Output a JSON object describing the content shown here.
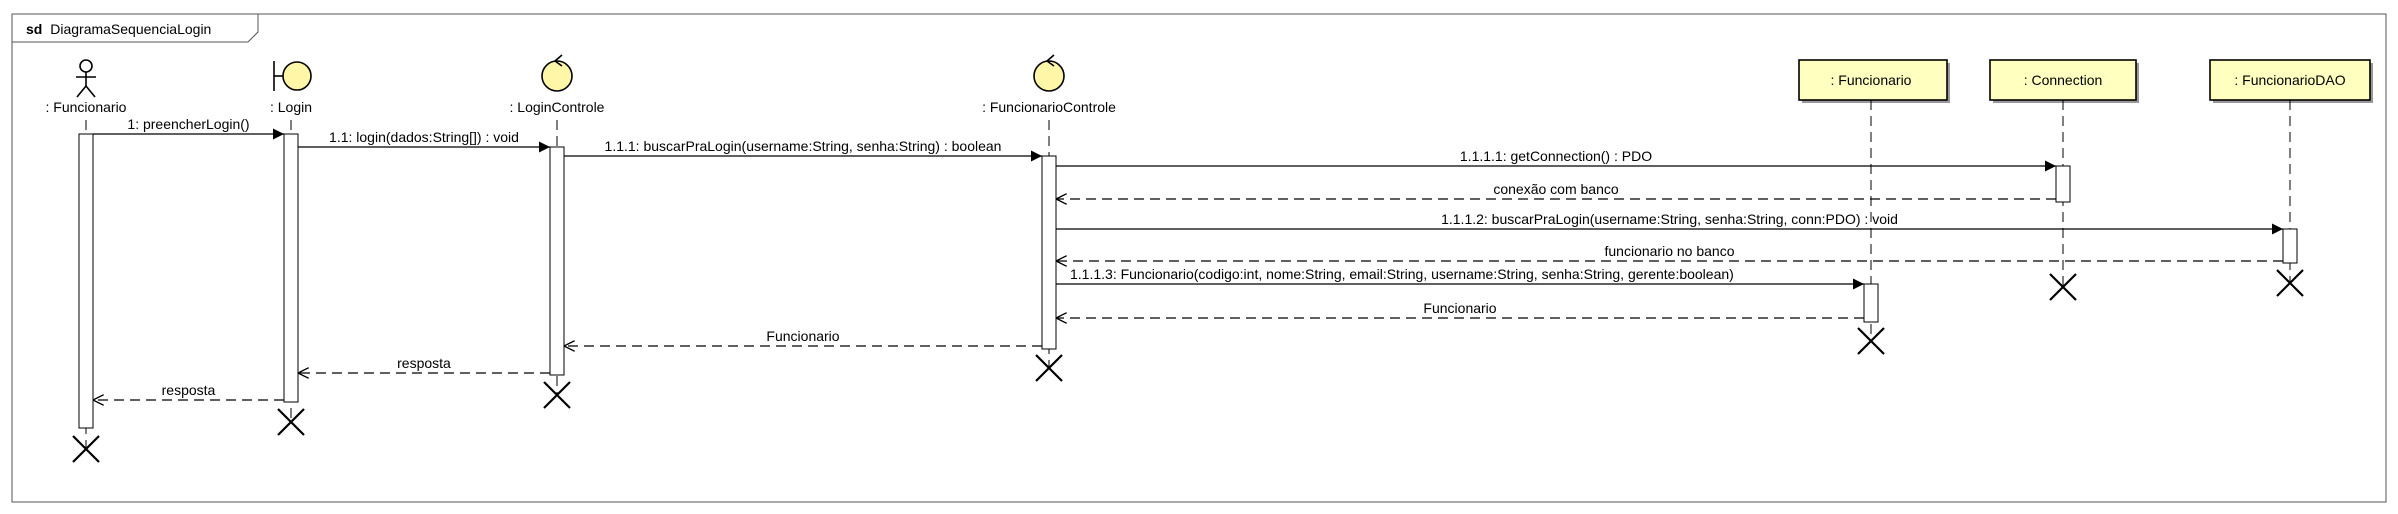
{
  "frame": {
    "keyword": "sd",
    "name": "DiagramaSequenciaLogin"
  },
  "participants": [
    {
      "id": "funcionario_actor",
      "kind": "actor",
      "label": ": Funcionario"
    },
    {
      "id": "login",
      "kind": "boundary",
      "label": ": Login"
    },
    {
      "id": "login_controle",
      "kind": "control",
      "label": ": LoginControle"
    },
    {
      "id": "funcionario_controle",
      "kind": "control",
      "label": ": FuncionarioControle"
    },
    {
      "id": "funcionario_obj",
      "kind": "object",
      "label": ": Funcionario"
    },
    {
      "id": "connection",
      "kind": "object",
      "label": ": Connection"
    },
    {
      "id": "funcionario_dao",
      "kind": "object",
      "label": ": FuncionarioDAO"
    }
  ],
  "messages": [
    {
      "from": "funcionario_actor",
      "to": "login",
      "type": "sync",
      "label": "1: preencherLogin()"
    },
    {
      "from": "login",
      "to": "login_controle",
      "type": "sync",
      "label": "1.1: login(dados:String[]) : void"
    },
    {
      "from": "login_controle",
      "to": "funcionario_controle",
      "type": "sync",
      "label": "1.1.1: buscarPraLogin(username:String, senha:String) : boolean"
    },
    {
      "from": "funcionario_controle",
      "to": "connection",
      "type": "sync",
      "label": "1.1.1.1: getConnection() : PDO"
    },
    {
      "from": "connection",
      "to": "funcionario_controle",
      "type": "reply",
      "label": "conexão com banco"
    },
    {
      "from": "funcionario_controle",
      "to": "funcionario_dao",
      "type": "sync",
      "label": "1.1.1.2: buscarPraLogin(username:String, senha:String, conn:PDO) : void"
    },
    {
      "from": "funcionario_dao",
      "to": "funcionario_controle",
      "type": "reply",
      "label": "funcionario no banco"
    },
    {
      "from": "funcionario_controle",
      "to": "funcionario_obj",
      "type": "sync",
      "label": "1.1.1.3: Funcionario(codigo:int, nome:String, email:String, username:String, senha:String, gerente:boolean)"
    },
    {
      "from": "funcionario_obj",
      "to": "funcionario_controle",
      "type": "reply",
      "label": "Funcionario"
    },
    {
      "from": "funcionario_controle",
      "to": "login_controle",
      "type": "reply",
      "label": "Funcionario"
    },
    {
      "from": "login_controle",
      "to": "login",
      "type": "reply",
      "label": "resposta"
    },
    {
      "from": "login",
      "to": "funcionario_actor",
      "type": "reply",
      "label": "resposta"
    }
  ],
  "colors": {
    "object_fill": "#ffffc0",
    "icon_fill": "#fff6a8",
    "line": "#000000",
    "frame_border": "#555555"
  }
}
